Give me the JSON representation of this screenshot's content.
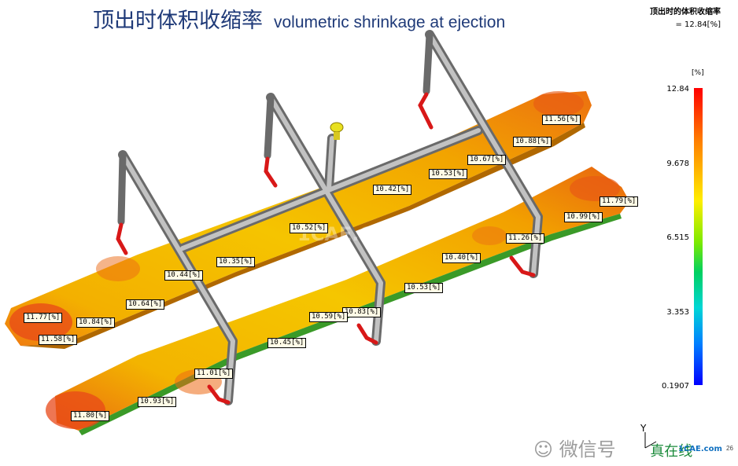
{
  "title": {
    "zh": "顶出时体积收缩率",
    "en": "volumetric shrinkage at ejection"
  },
  "result": {
    "name": "顶出时的体积收缩率",
    "value": "= 12.84[%]"
  },
  "legend": {
    "unit": "[%]",
    "ticks": [
      "12.84",
      "9.678",
      "6.515",
      "3.353",
      "0.1907"
    ]
  },
  "labels": [
    {
      "text": "11.56[%]"
    },
    {
      "text": "10.88[%]"
    },
    {
      "text": "10.67[%]"
    },
    {
      "text": "10.53[%]"
    },
    {
      "text": "10.42[%]"
    },
    {
      "text": "10.52[%]"
    },
    {
      "text": "10.35[%]"
    },
    {
      "text": "10.44[%]"
    },
    {
      "text": "10.64[%]"
    },
    {
      "text": "11.77[%]"
    },
    {
      "text": "10.84[%]"
    },
    {
      "text": "11.58[%]"
    },
    {
      "text": "11.79[%]"
    },
    {
      "text": "10.99[%]"
    },
    {
      "text": "11.26[%]"
    },
    {
      "text": "10.40[%]"
    },
    {
      "text": "10.53[%]"
    },
    {
      "text": "10.83[%]"
    },
    {
      "text": "10.59[%]"
    },
    {
      "text": "10.45[%]"
    },
    {
      "text": "11.01[%]"
    },
    {
      "text": "10.93[%]"
    },
    {
      "text": "11.80[%]"
    }
  ],
  "axis": {
    "y": "Y"
  },
  "watermark": {
    "text": "微信号",
    "site": "1CAE.com",
    "brand": "真在线",
    "scene": "1CAE.COM",
    "page": "26"
  },
  "colors": {
    "title": "#1f3a78",
    "part": "#f0b000",
    "hot": "#e83010",
    "runner": "#a0a0a0",
    "gate": "#d81818"
  }
}
